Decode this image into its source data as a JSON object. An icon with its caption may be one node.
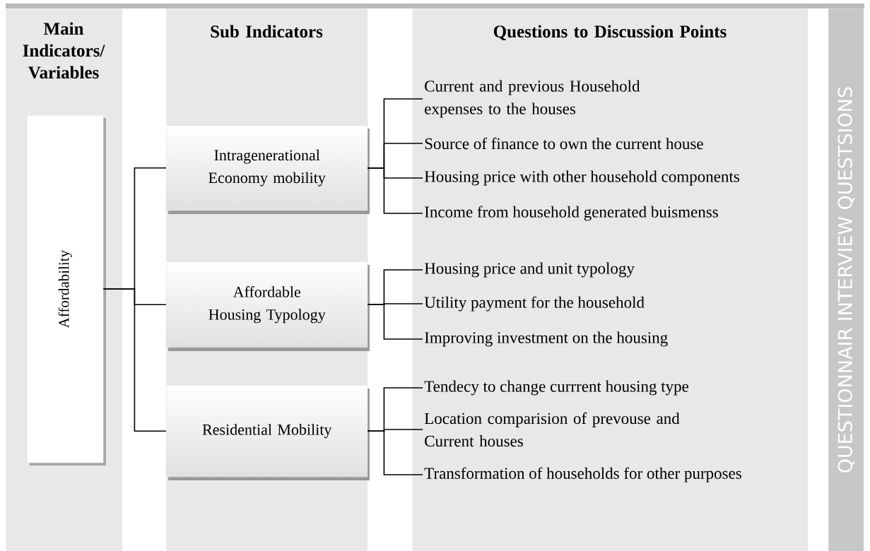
{
  "diagram": {
    "nodes": [
      {
        "text": [
          "Main Indicators/ Variables"
        ]
      },
      {
        "text": [
          "Affordability"
        ],
        "in": 0
      },
      {
        "text": [
          "Sub Indicators"
        ]
      },
      {
        "text": [
          "Intragenerational Economy mobility"
        ],
        "in": 2
      },
      {
        "text": [
          "Affordable Housing Typology"
        ],
        "in": 2
      },
      {
        "text": [
          "Residential Mobility"
        ],
        "in": 2
      },
      {
        "text": [
          "Questions to Discussion Points"
        ]
      },
      {
        "text": [
          "Current and previous Household expenses to the houses"
        ],
        "in": 6
      },
      {
        "text": [
          "Source of finance to own the current house"
        ],
        "in": 6
      },
      {
        "text": [
          "Housing price with other household components"
        ],
        "in": 6
      },
      {
        "text": [
          "Income from household generated buismenss"
        ],
        "in": 6
      },
      {
        "text": [
          "Housing price and unit typology"
        ],
        "in": 6
      },
      {
        "text": [
          "Utility payment for the household"
        ],
        "in": 6
      },
      {
        "text": [
          "Improving investment on the housing"
        ],
        "in": 6
      },
      {
        "text": [
          "Tendecy to change currrent housing type"
        ],
        "in": 6
      },
      {
        "text": [
          "Location comparision of prevouse and Current houses"
        ],
        "in": 6
      },
      {
        "text": [
          "Transformation of households for other purposes"
        ],
        "in": 6
      },
      {
        "text": [
          "QUESTIONNAIR INTERVIEW QUESTSIONS"
        ]
      }
    ],
    "edges": [
      {
        "from": 1,
        "to": 3,
        "arrow": "none"
      },
      {
        "from": 1,
        "to": 4,
        "arrow": "none"
      },
      {
        "from": 1,
        "to": 5,
        "arrow": "none"
      },
      {
        "from": 3,
        "to": 7,
        "arrow": "none"
      },
      {
        "from": 3,
        "to": 8,
        "arrow": "none"
      },
      {
        "from": 3,
        "to": 9,
        "arrow": "none"
      },
      {
        "from": 3,
        "to": 10,
        "arrow": "none"
      },
      {
        "from": 4,
        "to": 11,
        "arrow": "none"
      },
      {
        "from": 4,
        "to": 12,
        "arrow": "none"
      },
      {
        "from": 4,
        "to": 13,
        "arrow": "none"
      },
      {
        "from": 5,
        "to": 14,
        "arrow": "none"
      },
      {
        "from": 5,
        "to": 15,
        "arrow": "none"
      },
      {
        "from": 5,
        "to": 16,
        "arrow": "none"
      }
    ]
  }
}
